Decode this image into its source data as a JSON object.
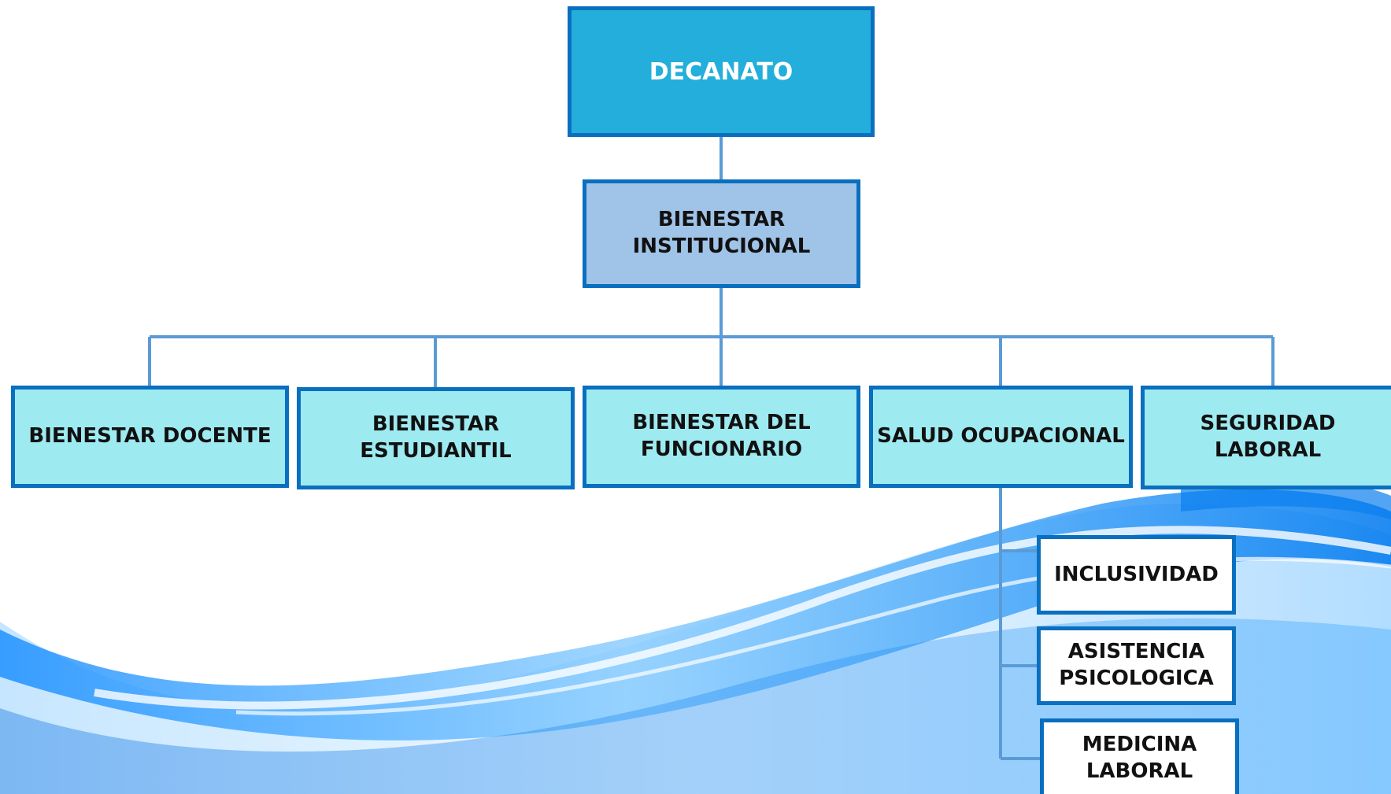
{
  "org_chart": {
    "root": "DECANATO",
    "second": "BIENESTAR\nINSTITUCIONAL",
    "departments": [
      "BIENESTAR DOCENTE",
      "BIENESTAR\nESTUDIANTIL",
      "BIENESTAR DEL\nFUNCIONARIO",
      "SALUD OCUPACIONAL",
      "SEGURIDAD LABORAL"
    ],
    "salud_ocupacional_children": [
      "INCLUSIVIDAD",
      "ASISTENCIA\nPSICOLOGICA",
      "MEDICINA\nLABORAL"
    ]
  },
  "colors": {
    "root_fill": "#24aedb",
    "second_fill": "#a0c3e8",
    "department_fill": "#9eeaf1",
    "border": "#0a6fbf",
    "connector": "#5b9bd5"
  }
}
